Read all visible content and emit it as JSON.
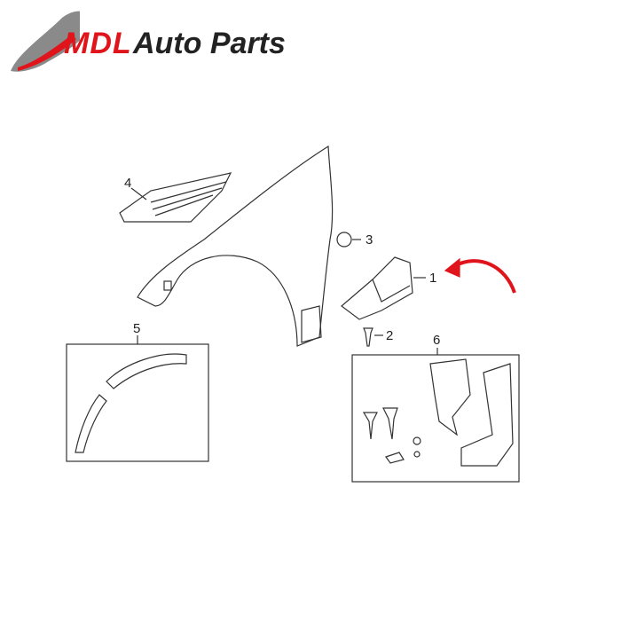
{
  "logo": {
    "mdl": "MDL",
    "rest": "Auto Parts"
  },
  "callouts": [
    "1",
    "2",
    "3",
    "4",
    "5",
    "6"
  ],
  "colors": {
    "accent": "#e0141b",
    "line": "#333333"
  }
}
